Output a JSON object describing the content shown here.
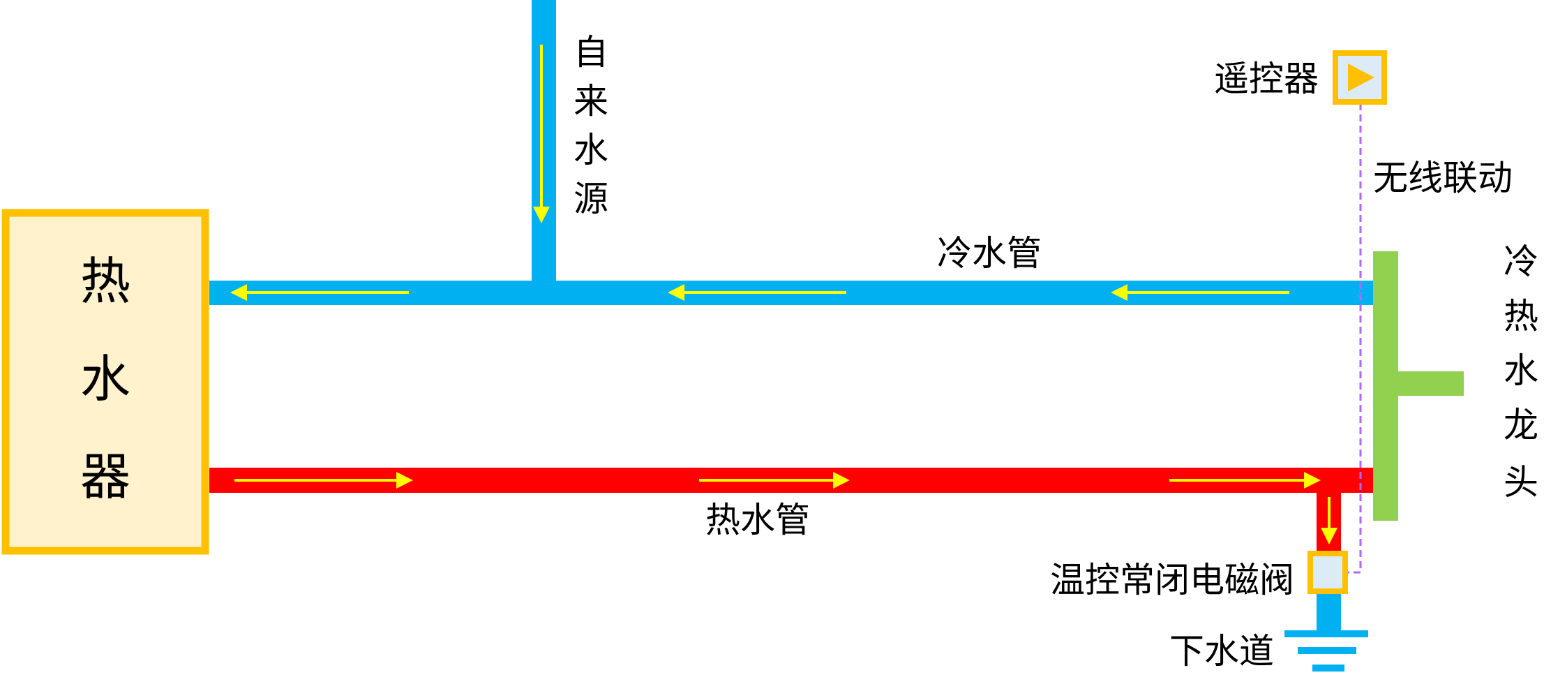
{
  "title": "冷热水循环示意图",
  "labels": {
    "heater": [
      "热",
      "水",
      "器"
    ],
    "tap_water_source": [
      "自",
      "来",
      "水",
      "源"
    ],
    "cold_pipe": "冷水管",
    "hot_pipe": "热水管",
    "remote": "遥控器",
    "wireless_link": "无线联动",
    "faucet": [
      "冷",
      "热",
      "水",
      "龙",
      "头"
    ],
    "valve": "温控常闭电磁阀",
    "drain": "下水道"
  },
  "colors": {
    "cold": "#00B0F0",
    "hot": "#FF0000",
    "faucet": "#92D050",
    "border": "#FFC000",
    "heater_fill": "#FFF2CC",
    "arrow": "#FFFF00",
    "wireless": "#B366FF"
  }
}
